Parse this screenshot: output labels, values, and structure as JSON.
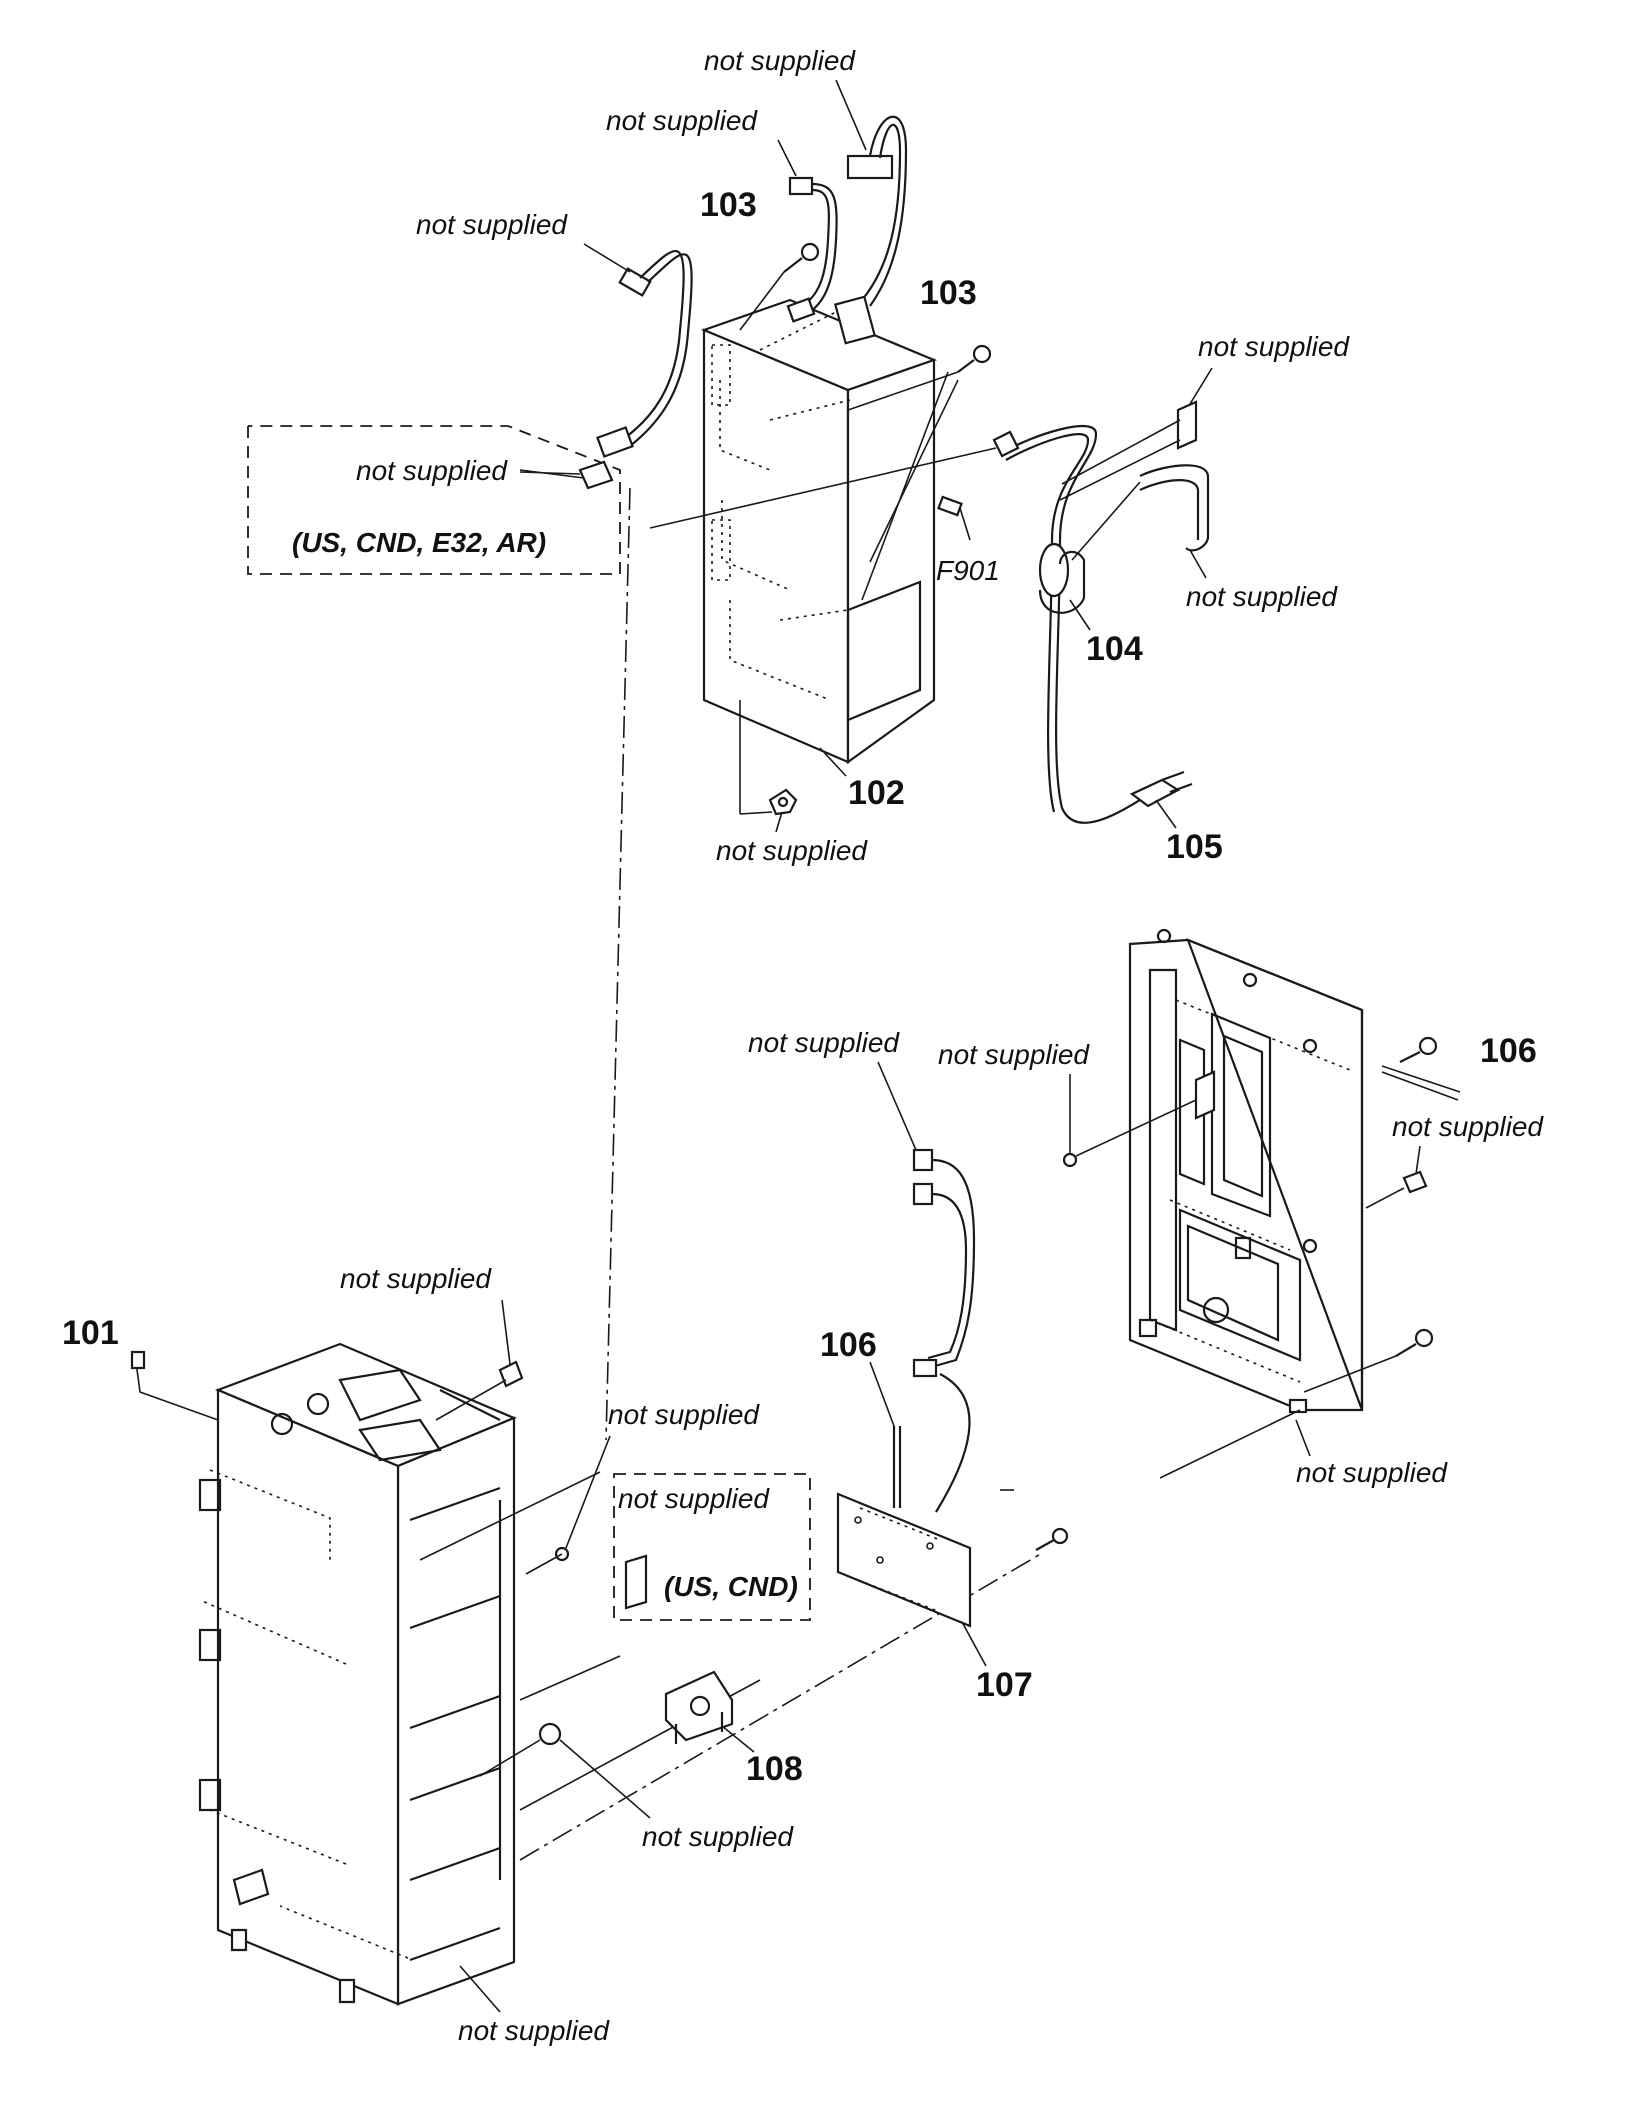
{
  "labels": {
    "not_supplied": "not supplied",
    "fuse": "F901",
    "region_a": "(US, CND, E32, AR)",
    "region_b": "(US, CND)"
  },
  "parts": [
    "101",
    "102",
    "103",
    "103",
    "104",
    "105",
    "106",
    "106",
    "107",
    "108"
  ]
}
